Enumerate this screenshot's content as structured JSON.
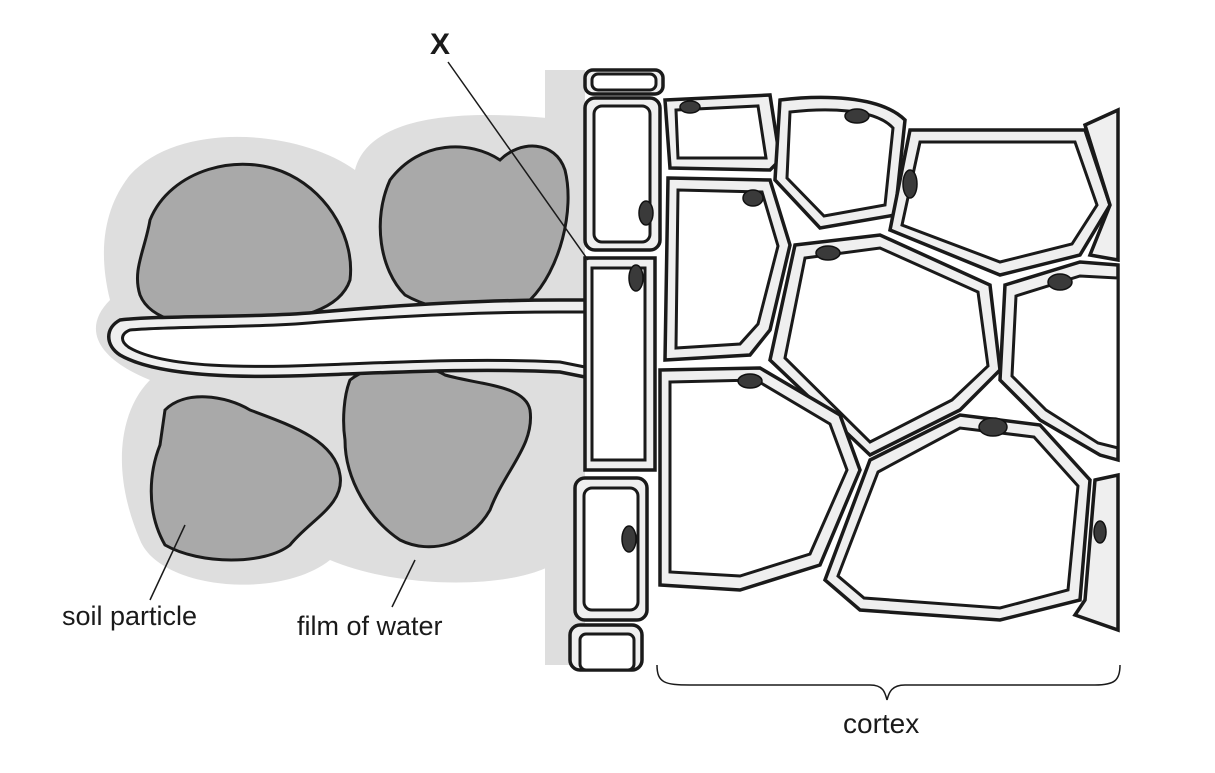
{
  "labels": {
    "x": "X",
    "soil_particle": "soil particle",
    "film_of_water": "film of water",
    "cortex": "cortex"
  },
  "colors": {
    "soil_particle": "#a9a9a9",
    "water_film": "#dedede",
    "nucleus": "#3a3a3a",
    "outline": "#1a1a1a"
  }
}
